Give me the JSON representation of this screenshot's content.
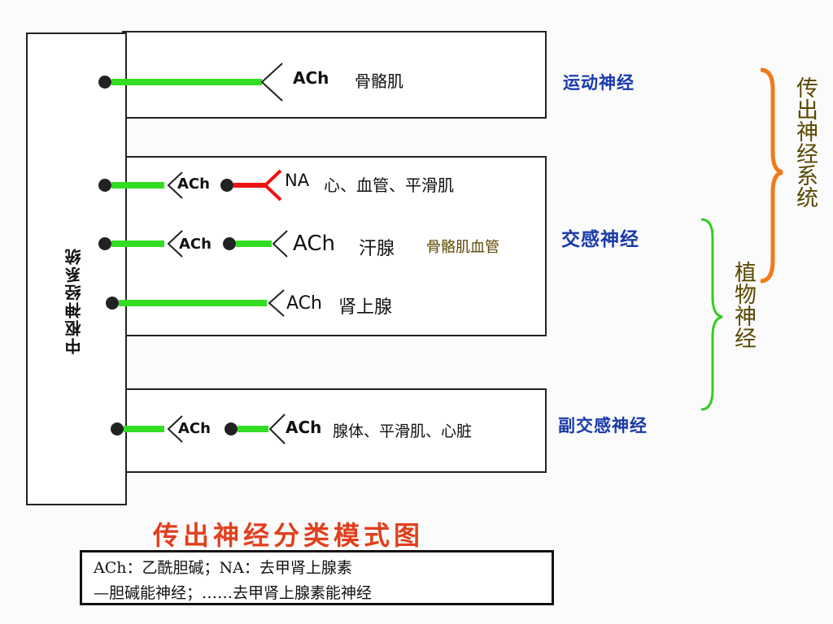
{
  "diagram": {
    "cns_label": "中枢神经系统",
    "rows": [
      {
        "id": "motor",
        "t1": "ACh",
        "t2": "骨骼肌"
      },
      {
        "id": "sym1",
        "t1": "ACh",
        "t2": "NA",
        "t3": "心、血管、平滑肌"
      },
      {
        "id": "sym2",
        "t1": "ACh",
        "t2": "ACh",
        "t3": "汗腺",
        "t4": "骨骼肌血管"
      },
      {
        "id": "sym3",
        "t1": "ACh",
        "t2": "肾上腺"
      },
      {
        "id": "para",
        "t1": "ACh",
        "t2": "ACh",
        "t3": "腺体、平滑肌、心脏"
      }
    ],
    "labels": {
      "motor": "运动神经",
      "sympathetic": "交感神经",
      "parasympathetic": "副交感神经",
      "efferent": "传出神经系统",
      "autonomic": "植物神经"
    },
    "title": "传出神经分类模式图",
    "legend": {
      "line1": "ACh：乙酰胆碱；NA：去甲肾上腺素",
      "line2": "—胆碱能神经；……去甲肾上腺素能神经"
    },
    "colors": {
      "cholinergic": "#33dd22",
      "adrenergic": "#ee1111",
      "orange": "#f07a1a",
      "green": "#33cc22",
      "title": "#e0401e",
      "blue": "#1a3aa8"
    }
  }
}
